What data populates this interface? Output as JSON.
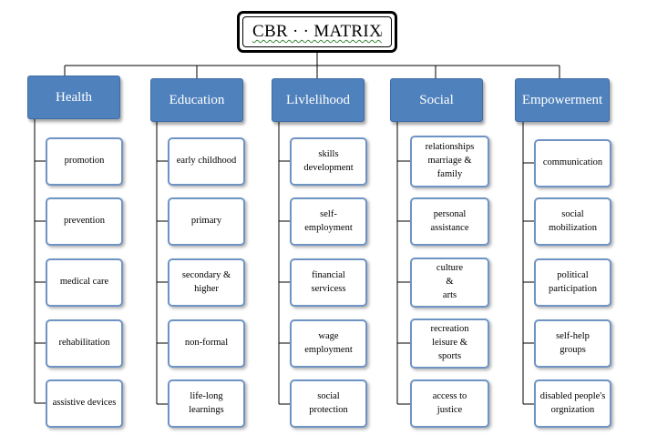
{
  "title": "CBR · · MATRIX",
  "title_mark": "↵",
  "colors": {
    "header_fill": "#4f81bd",
    "item_border": "#6e94c4",
    "line": "#000000"
  },
  "columns": [
    {
      "header": "Health",
      "items": [
        "promotion",
        "prevention",
        "medical care",
        "rehabilitation",
        "assistive devices"
      ]
    },
    {
      "header": "Education",
      "items": [
        "early childhood",
        "primary",
        "secondary &\nhigher",
        "non-formal",
        "life-long\nlearnings"
      ]
    },
    {
      "header": "Livlelihood",
      "items": [
        "skills\ndevelopment",
        "self-\nemployment",
        "financial\nservicess",
        "wage\nemployment",
        "social\nprotection"
      ]
    },
    {
      "header": "Social",
      "items": [
        "relationships\nmarriage &\nfamily",
        "personal\nassistance",
        "culture\n&\narts",
        "recreation\nleisure &\nsports",
        "access to\njustice"
      ]
    },
    {
      "header": "Empowerment",
      "items": [
        "communication",
        "social\nmobilization",
        "political\nparticipation",
        "self-help\ngroups",
        "disabled people's\norgnization"
      ]
    }
  ]
}
